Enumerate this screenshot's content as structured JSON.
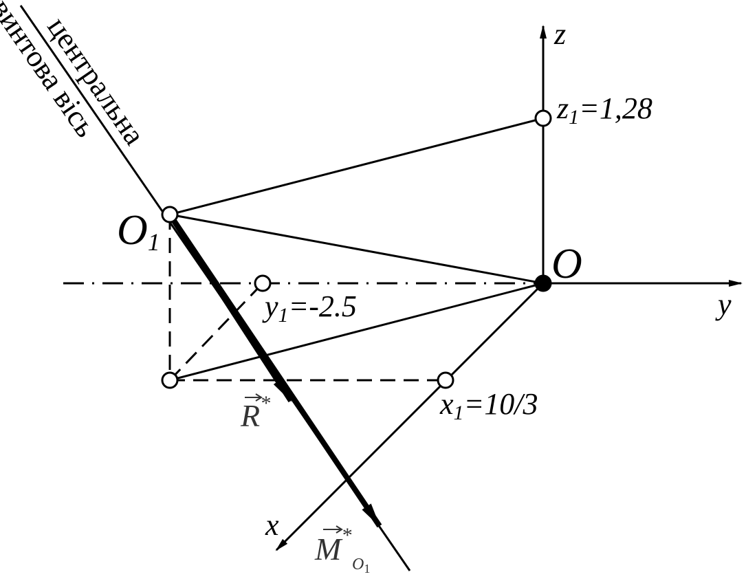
{
  "axes": {
    "x_label": "x",
    "y_label": "y",
    "z_label": "z",
    "origin_label": "O"
  },
  "point": {
    "label_main": "O",
    "label_sub": "1"
  },
  "coords": {
    "x1": {
      "sym": "x",
      "sub": "1",
      "rest": "=10/3"
    },
    "y1": {
      "sym": "y",
      "sub": "1",
      "rest": "=-2.5"
    },
    "z1": {
      "sym": "z",
      "sub": "1",
      "rest": "=1,28"
    }
  },
  "vectors": {
    "R": {
      "sym": "R",
      "sup": "*"
    },
    "M": {
      "sym": "M",
      "sup": "*",
      "sub": "O",
      "subsub": "1"
    }
  },
  "axis_caption": {
    "line1": "центральна",
    "line2": "гвинтова вісь"
  }
}
